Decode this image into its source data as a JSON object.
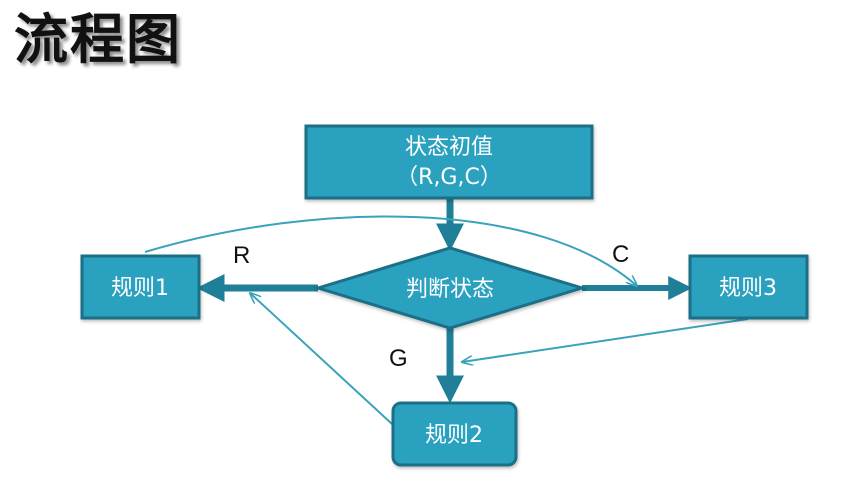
{
  "title": "流程图",
  "colors": {
    "node_fill": "#2aa2bf",
    "node_border": "#1c6f86",
    "arrow": "#207f98",
    "thin_arrow": "#3aa3bb",
    "text": "#ffffff"
  },
  "nodes": {
    "init": {
      "line1": "状态初值",
      "line2": "（R,G,C）"
    },
    "decision": {
      "label": "判断状态"
    },
    "rule1": {
      "label": "规则1"
    },
    "rule2": {
      "label": "规则2"
    },
    "rule3": {
      "label": "规则3"
    }
  },
  "edge_labels": {
    "r": "R",
    "c": "C",
    "g": "G"
  }
}
